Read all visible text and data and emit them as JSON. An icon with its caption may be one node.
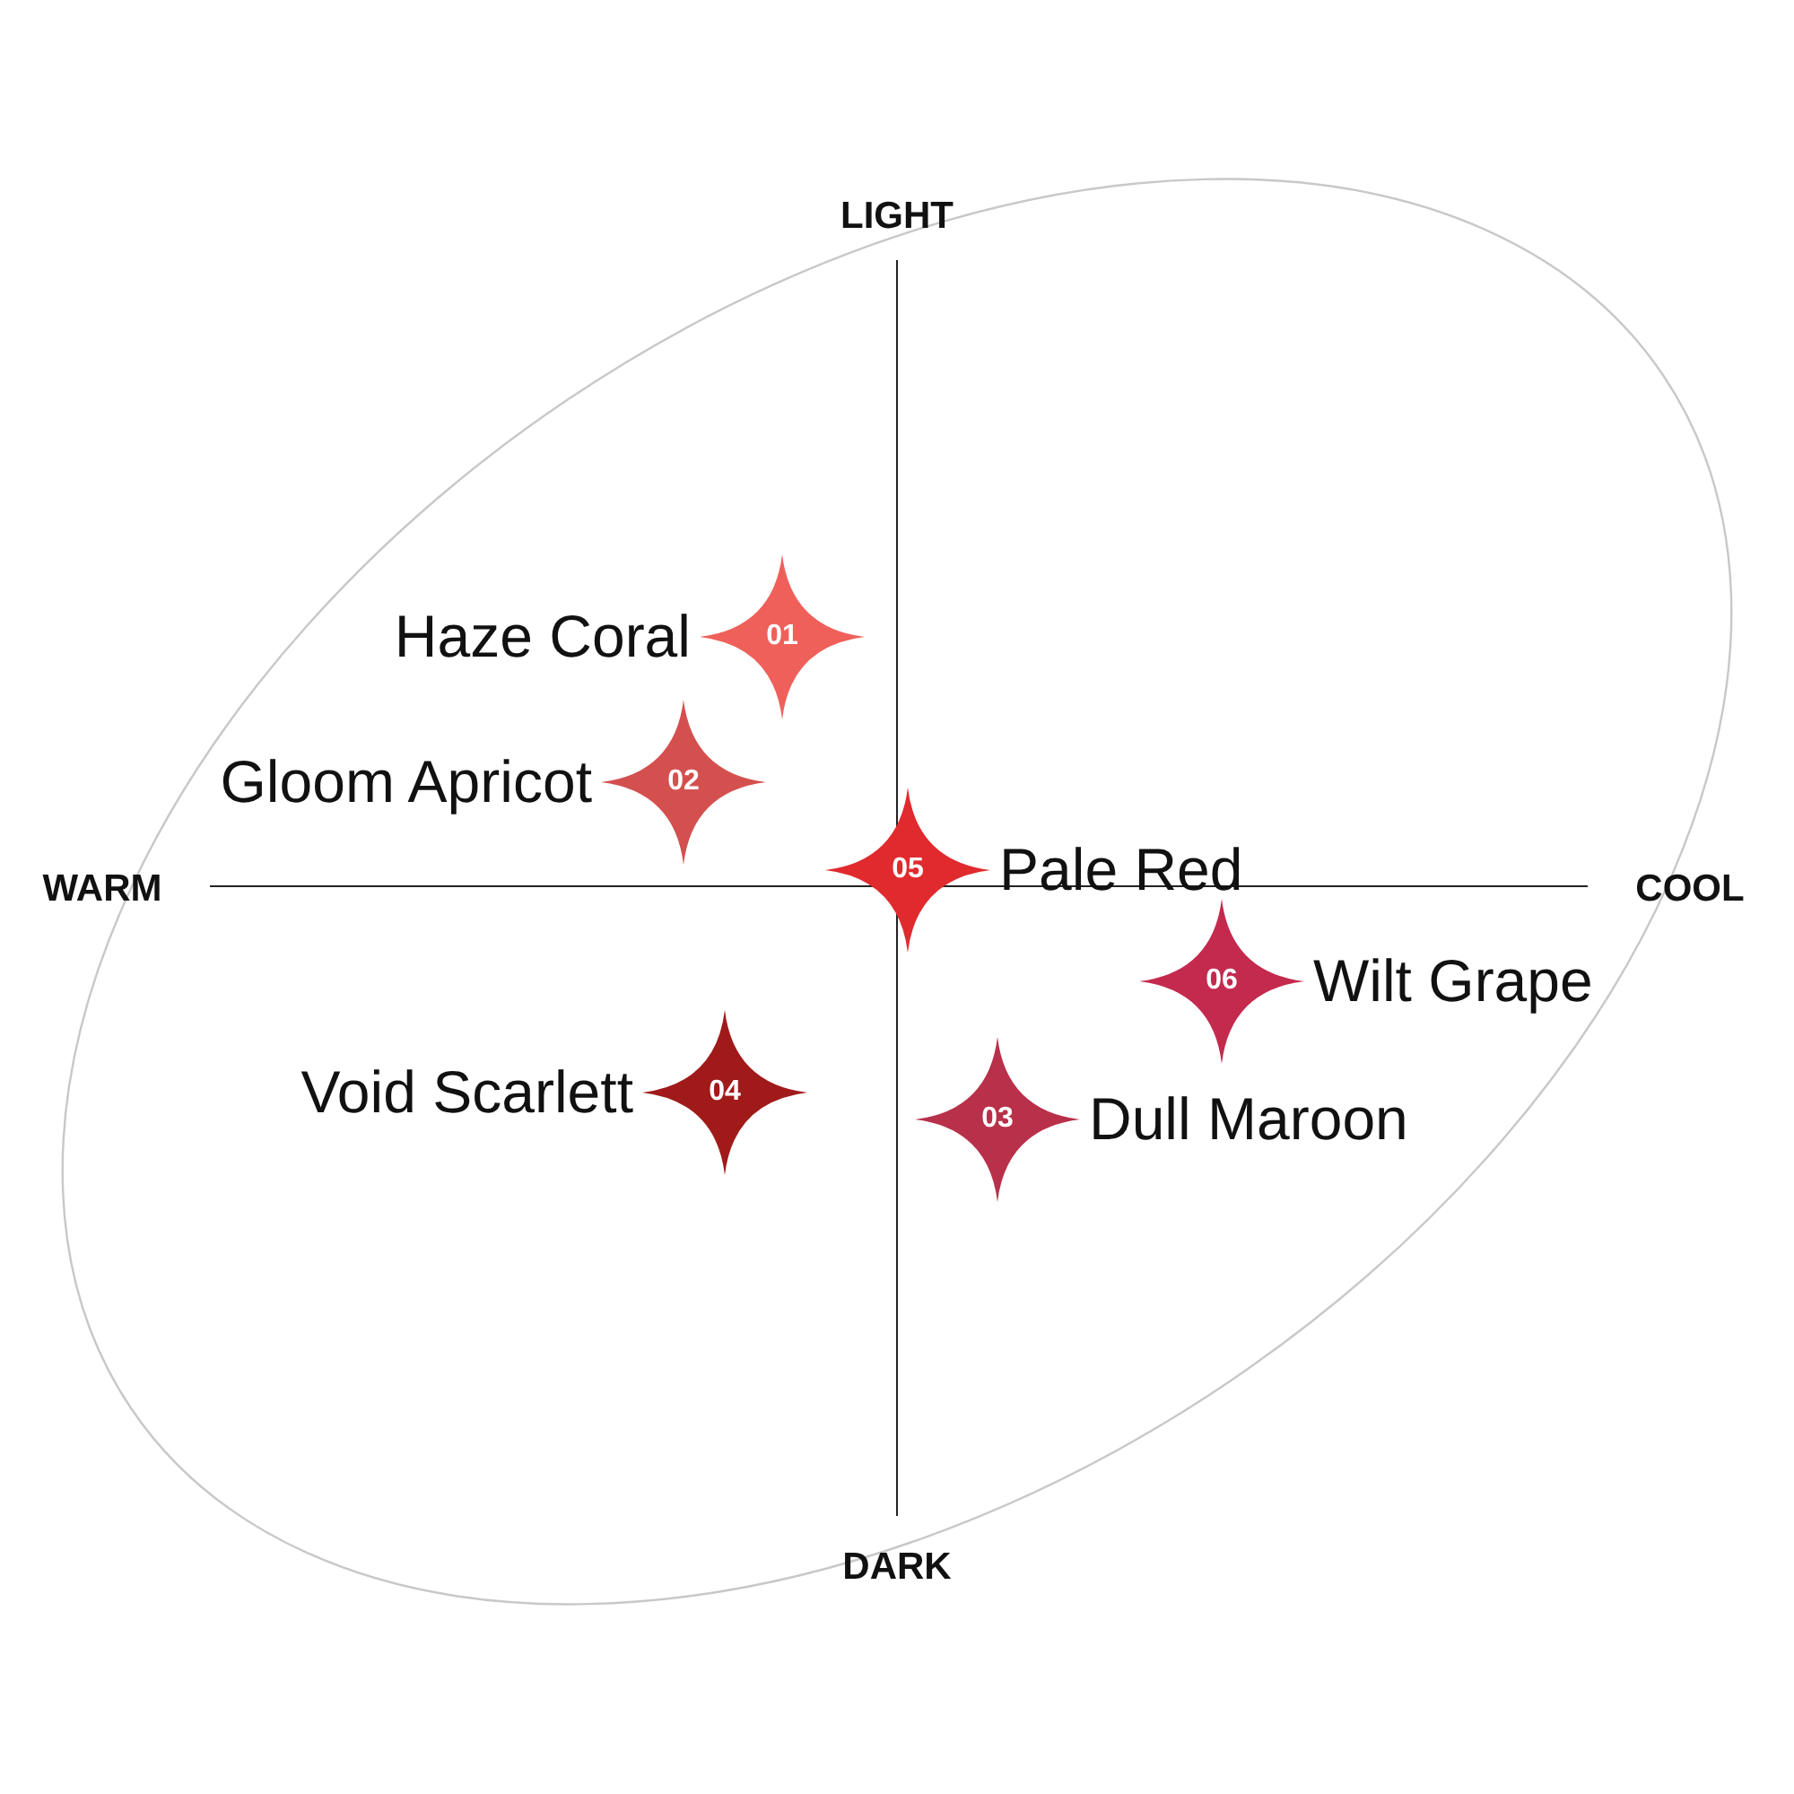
{
  "diagram": {
    "nodes": [
      {
        "text": [
          "01"
        ],
        "beside": [
          "Haze Coral"
        ]
      },
      {
        "text": [
          "02"
        ],
        "beside": [
          "Gloom Apricot"
        ]
      },
      {
        "text": [
          "05"
        ],
        "beside": [
          "Pale Red"
        ]
      },
      {
        "text": [
          "06"
        ],
        "beside": [
          "Wilt Grape"
        ]
      },
      {
        "text": [
          "04"
        ],
        "beside": [
          "Void Scarlett"
        ]
      },
      {
        "text": [
          "03"
        ],
        "beside": [
          "Dull Maroon"
        ]
      }
    ],
    "labels": [
      "LIGHT",
      "WARM",
      "COOL",
      "DARK"
    ]
  }
}
